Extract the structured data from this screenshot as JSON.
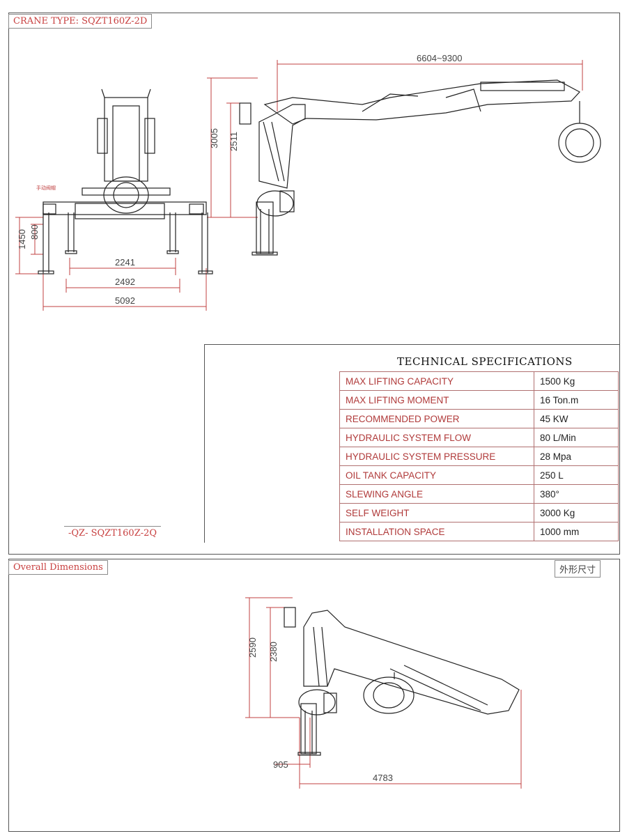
{
  "header": {
    "crane_type": "CRANE TYPE: SQZT160Z-2D"
  },
  "model_label": "-QZ- SQZT160Z-2Q",
  "sections": {
    "overall": "Overall Dimensions",
    "overall_cn": "外形尺寸"
  },
  "top_view": {
    "manual_valve_label": "手动阀帽",
    "dims": {
      "reach": "6604~9300",
      "height_total": "3005",
      "height_mast": "2511",
      "leg_height": "1450",
      "leg_short": "800",
      "width_1": "2241",
      "width_2": "2492",
      "width_3": "5092"
    }
  },
  "bottom_view": {
    "dims": {
      "height_total": "2590",
      "height_mast": "2380",
      "base": "905",
      "reach": "4783"
    }
  },
  "specs": {
    "title": "TECHNICAL SPECIFICATIONS",
    "rows": [
      {
        "k": "MAX LIFTING CAPACITY",
        "v": "1500 Kg"
      },
      {
        "k": "MAX LIFTING MOMENT",
        "v": "16 Ton.m"
      },
      {
        "k": "RECOMMENDED POWER",
        "v": "45 KW"
      },
      {
        "k": "HYDRAULIC SYSTEM FLOW",
        "v": "80 L/Min"
      },
      {
        "k": "HYDRAULIC SYSTEM PRESSURE",
        "v": "28 Mpa"
      },
      {
        "k": "OIL TANK CAPACITY",
        "v": "250 L"
      },
      {
        "k": "SLEWING ANGLE",
        "v": "380°"
      },
      {
        "k": "SELF WEIGHT",
        "v": "3000 Kg"
      },
      {
        "k": "INSTALLATION SPACE",
        "v": "1000 mm"
      }
    ]
  },
  "colors": {
    "dim_line": "#c04040",
    "drawing": "#222222",
    "table_border": "#b07070"
  }
}
